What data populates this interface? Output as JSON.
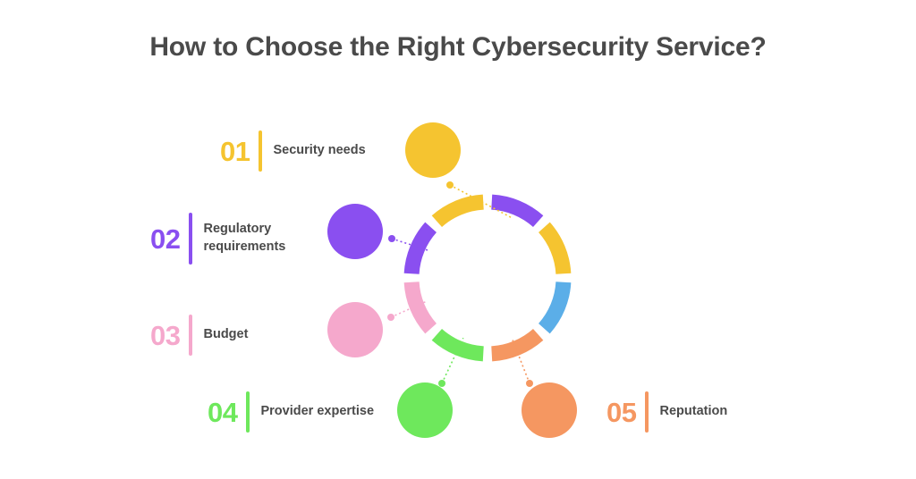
{
  "title": "How to Choose the Right Cybersecurity Service?",
  "colors": {
    "yellow": "#F5C430",
    "purple": "#8A4FF0",
    "pink": "#F5A8CC",
    "green": "#6EE85C",
    "orange": "#F59761",
    "blue": "#5BAEE8",
    "text": "#4a4a4a",
    "background": "#FFFFFF"
  },
  "items": [
    {
      "number": "01",
      "label": "Security needs",
      "color": "#F5C430"
    },
    {
      "number": "02",
      "label": "Regulatory\nrequirements",
      "color": "#8A4FF0"
    },
    {
      "number": "03",
      "label": "Budget",
      "color": "#F5A8CC"
    },
    {
      "number": "04",
      "label": "Provider expertise",
      "color": "#6EE85C"
    },
    {
      "number": "05",
      "label": "Reputation",
      "color": "#F59761"
    }
  ],
  "chart_data": {
    "type": "pie",
    "title": "How to Choose the Right Cybersecurity Service?",
    "subtype": "donut",
    "legend_position": "left-and-right",
    "categories": [
      "Security needs",
      "Regulatory requirements",
      "Budget",
      "Provider expertise",
      "Reputation"
    ],
    "segment_count": 8,
    "segments": [
      {
        "index": 1,
        "color": "#8A4FF0",
        "start_angle": 0,
        "end_angle": 45,
        "value": 12.5
      },
      {
        "index": 2,
        "color": "#F5C430",
        "start_angle": 45,
        "end_angle": 90,
        "value": 12.5
      },
      {
        "index": 3,
        "color": "#5BAEE8",
        "start_angle": 90,
        "end_angle": 135,
        "value": 12.5
      },
      {
        "index": 4,
        "color": "#F59761",
        "start_angle": 135,
        "end_angle": 180,
        "value": 12.5
      },
      {
        "index": 5,
        "color": "#6EE85C",
        "start_angle": 180,
        "end_angle": 225,
        "value": 12.5
      },
      {
        "index": 6,
        "color": "#F5A8CC",
        "start_angle": 225,
        "end_angle": 270,
        "value": 12.5
      },
      {
        "index": 7,
        "color": "#8A4FF0",
        "start_angle": 270,
        "end_angle": 315,
        "value": 12.5
      },
      {
        "index": 8,
        "color": "#F5C430",
        "start_angle": 315,
        "end_angle": 360,
        "value": 12.5
      }
    ],
    "bubbles": [
      {
        "label": "Security needs",
        "color": "#F5C430",
        "radius": 31
      },
      {
        "label": "Regulatory requirements",
        "color": "#8A4FF0",
        "radius": 31
      },
      {
        "label": "Budget",
        "color": "#F5A8CC",
        "radius": 31
      },
      {
        "label": "Provider expertise",
        "color": "#6EE85C",
        "radius": 31
      },
      {
        "label": "Reputation",
        "color": "#F59761",
        "radius": 31
      }
    ]
  }
}
